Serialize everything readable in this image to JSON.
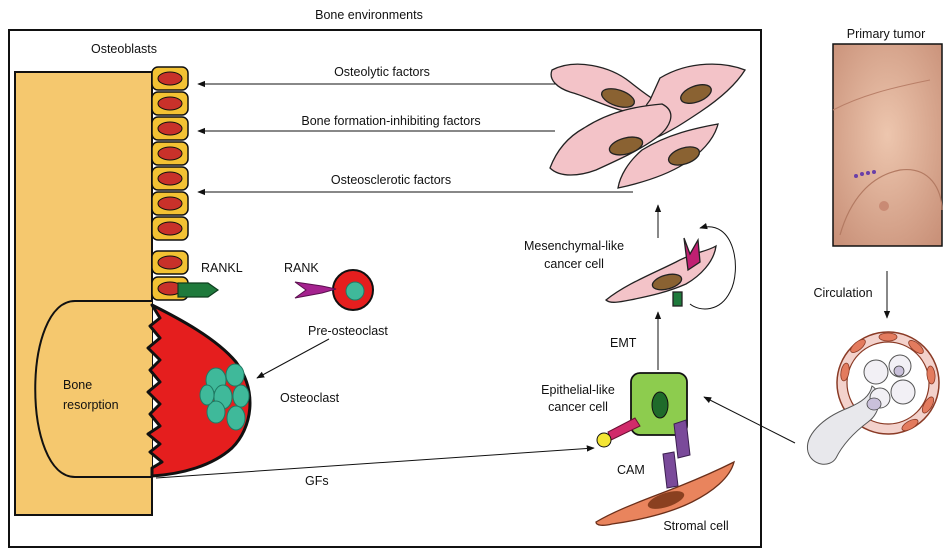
{
  "title": "Bone environments",
  "labels": {
    "osteoblasts": "Osteoblasts",
    "osteolytic_factors": "Osteolytic factors",
    "bone_formation_inhibiting_factors": "Bone formation-inhibiting factors",
    "osteosclerotic_factors": "Osteosclerotic factors",
    "rankl": "RANKL",
    "rank": "RANK",
    "pre_osteoclast": "Pre-osteoclast",
    "osteoclast": "Osteoclast",
    "bone_resorption_line1": "Bone",
    "bone_resorption_line2": "resorption",
    "gfs": "GFs",
    "mesenchymal_line1": "Mesenchymal-like",
    "mesenchymal_line2": "cancer cell",
    "emt": "EMT",
    "epithelial_line1": "Epithelial-like",
    "epithelial_line2": "cancer cell",
    "cam": "CAM",
    "stromal_cell": "Stromal cell",
    "primary_tumor": "Primary tumor",
    "circulation": "Circulation"
  },
  "colors": {
    "bone": "#f5c86e",
    "osteoblast_fill": "#f3c233",
    "osteoblast_nucleus": "#c8312a",
    "osteoclast": "#e51e1e",
    "osteoclast_nuclei": "#3fb99a",
    "fibroblast": "#f3c3c8",
    "fibroblast_nucleus": "#8a6232",
    "epithelial_cell": "#8dcc4e",
    "epithelial_nucleus": "#1f6b2a",
    "cam": "#7a4a9a",
    "rankl": "#1f7a3c",
    "rank_receptor": "#a5228f",
    "stromal": "#e9845d",
    "skin": "#e6b79e",
    "vessel": "#e37b5e"
  }
}
